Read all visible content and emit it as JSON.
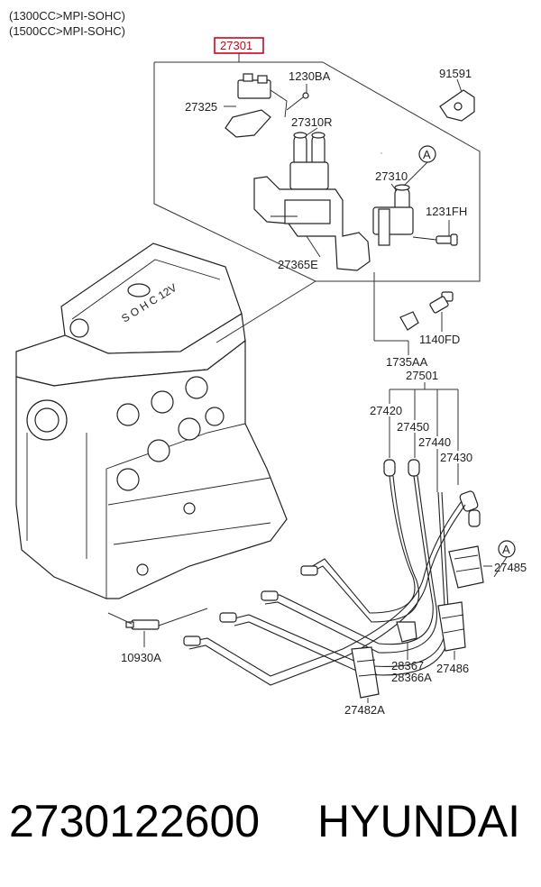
{
  "header": {
    "line1": "(1300CC>MPI-SOHC)",
    "line2": "(1500CC>MPI-SOHC)"
  },
  "engine_label": "S O H C  12V",
  "callouts": {
    "highlighted": "27301",
    "c1230BA": "1230BA",
    "c91591": "91591",
    "c27325": "27325",
    "c27310R": "27310R",
    "c27310": "27310",
    "c1231FH": "1231FH",
    "c27365E": "27365E",
    "c1140FD": "1140FD",
    "c1735AA": "1735AA",
    "c27501": "27501",
    "c27420": "27420",
    "c27450": "27450",
    "c27440": "27440",
    "c27430": "27430",
    "c27485": "27485",
    "c10930A": "10930A",
    "c28367": "28367",
    "c28366A": "28366A",
    "c27486": "27486",
    "c27482A": "27482A",
    "refA1": "A",
    "refA2": "A"
  },
  "footer": {
    "part_number": "2730122600",
    "brand": "HYUNDAI"
  },
  "colors": {
    "highlight": "#d0021b",
    "line": "#222222"
  }
}
